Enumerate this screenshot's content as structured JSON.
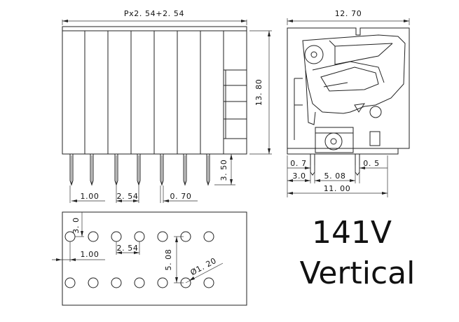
{
  "labels": {
    "pitch_formula": "Px2. 54+2. 54",
    "height_body": "13. 80",
    "pin_length": "3. 50",
    "pin_offset": "1.00",
    "pitch_front": "2. 54",
    "pin_width": "0. 70",
    "side_width": "12. 70",
    "side_07": "0. 7",
    "side_05": "0. 5",
    "side_30": "3.0",
    "side_508": "5. 08",
    "side_1100": "11. 00",
    "hole_30": "3. 0",
    "hole_offset": "1.00",
    "hole_pitch": "2. 54",
    "hole_row_spacing": "5. 08",
    "hole_diameter": "Ø1. 20"
  },
  "product": {
    "model": "141V",
    "orientation": "Vertical"
  }
}
